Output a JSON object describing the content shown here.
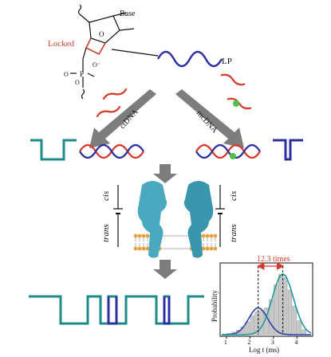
{
  "molecule": {
    "base_label": "Base",
    "locked_label": "Locked",
    "o_label": "O",
    "p_label": "P",
    "o_minus": "O⁻"
  },
  "probe": {
    "label": "LP"
  },
  "arrows": {
    "left_label": "ctDNA",
    "right_label": "mcDNA"
  },
  "pore": {
    "cis_label": "cis",
    "trans_label": "trans"
  },
  "histogram": {
    "annotation": "12.3 times",
    "ylabel": "Probability",
    "xlabel": "Log t (ms)",
    "xticks": [
      "1",
      "2",
      "3",
      "4"
    ]
  },
  "colors": {
    "teal": "#1f8a8a",
    "navy": "#2b2fa0",
    "red": "#d63a2a",
    "gray_arrow": "#7d7d7d",
    "pore": "#4aa8bf",
    "lipid_head": "#e8a13a",
    "green_dot": "#4cc24c",
    "hist_fit_left": "#2e3eaa",
    "hist_fit_right": "#1f9a9a",
    "hist_bar": "#c8c8c8"
  },
  "chart_data": {
    "type": "bar",
    "xlabel": "Log t (ms)",
    "ylabel": "Probability",
    "xlim": [
      0.8,
      4.6
    ],
    "ylim": [
      0,
      1
    ],
    "bars": [
      {
        "x": 1.1,
        "value": 0.02
      },
      {
        "x": 1.3,
        "value": 0.04
      },
      {
        "x": 1.5,
        "value": 0.07
      },
      {
        "x": 1.7,
        "value": 0.12
      },
      {
        "x": 1.9,
        "value": 0.2
      },
      {
        "x": 2.1,
        "value": 0.3
      },
      {
        "x": 2.3,
        "value": 0.36
      },
      {
        "x": 2.5,
        "value": 0.38
      },
      {
        "x": 2.7,
        "value": 0.42
      },
      {
        "x": 2.9,
        "value": 0.55
      },
      {
        "x": 3.1,
        "value": 0.78
      },
      {
        "x": 3.3,
        "value": 0.95
      },
      {
        "x": 3.5,
        "value": 0.9
      },
      {
        "x": 3.7,
        "value": 0.7
      },
      {
        "x": 3.9,
        "value": 0.45
      },
      {
        "x": 4.1,
        "value": 0.22
      },
      {
        "x": 4.3,
        "value": 0.08
      }
    ],
    "fits": [
      {
        "center": 2.35,
        "sigma": 0.4,
        "amp": 0.42
      },
      {
        "center": 3.4,
        "sigma": 0.45,
        "amp": 0.95
      }
    ]
  }
}
